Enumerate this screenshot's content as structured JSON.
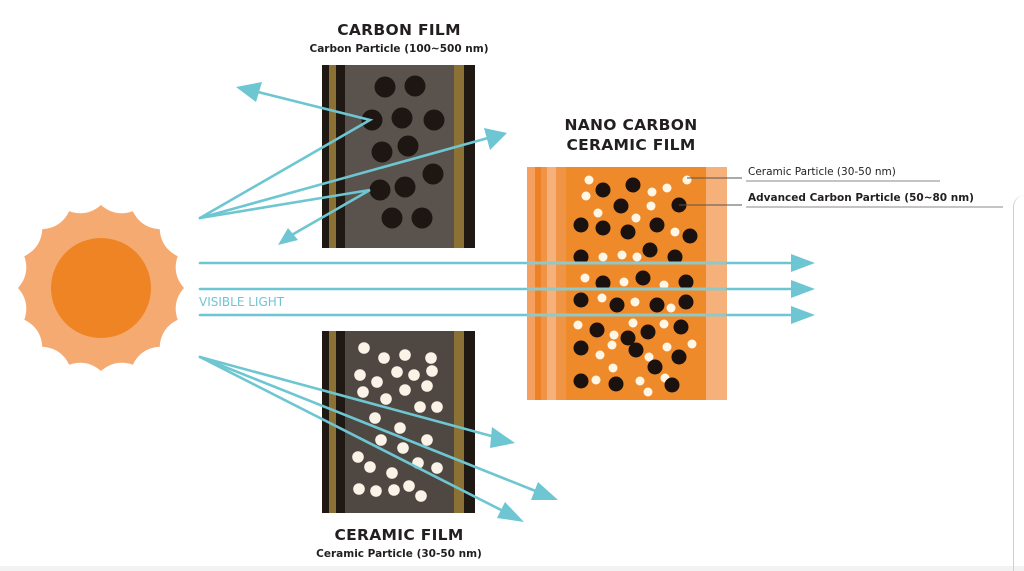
{
  "diagram": {
    "carbon_film": {
      "title": "CARBON FILM",
      "subtitle": "Carbon Particle (100~500 nm)",
      "particle_color": "#1e1612",
      "body_color": "#5a534d"
    },
    "ceramic_film": {
      "title": "CERAMIC FILM",
      "subtitle": "Ceramic Particle (30-50 nm)",
      "particle_color": "#fbf3e8",
      "body_color": "#4f4842"
    },
    "nano_film": {
      "title_line1": "NANO CARBON",
      "title_line2": "CERAMIC FILM",
      "callout_ceramic": "Ceramic Particle (30-50 nm)",
      "callout_carbon": "Advanced Carbon Particle (50~80 nm)",
      "body_color": "#ef8a2a"
    },
    "visible_light_label": "VISIBLE LIGHT",
    "colors": {
      "light_ray": "#6ec6d2",
      "sun_outer": "#f5aa72",
      "sun_inner": "#ef8424",
      "film_edge_dark": "#1f1813",
      "film_edge_gold": "#8c7135"
    }
  }
}
